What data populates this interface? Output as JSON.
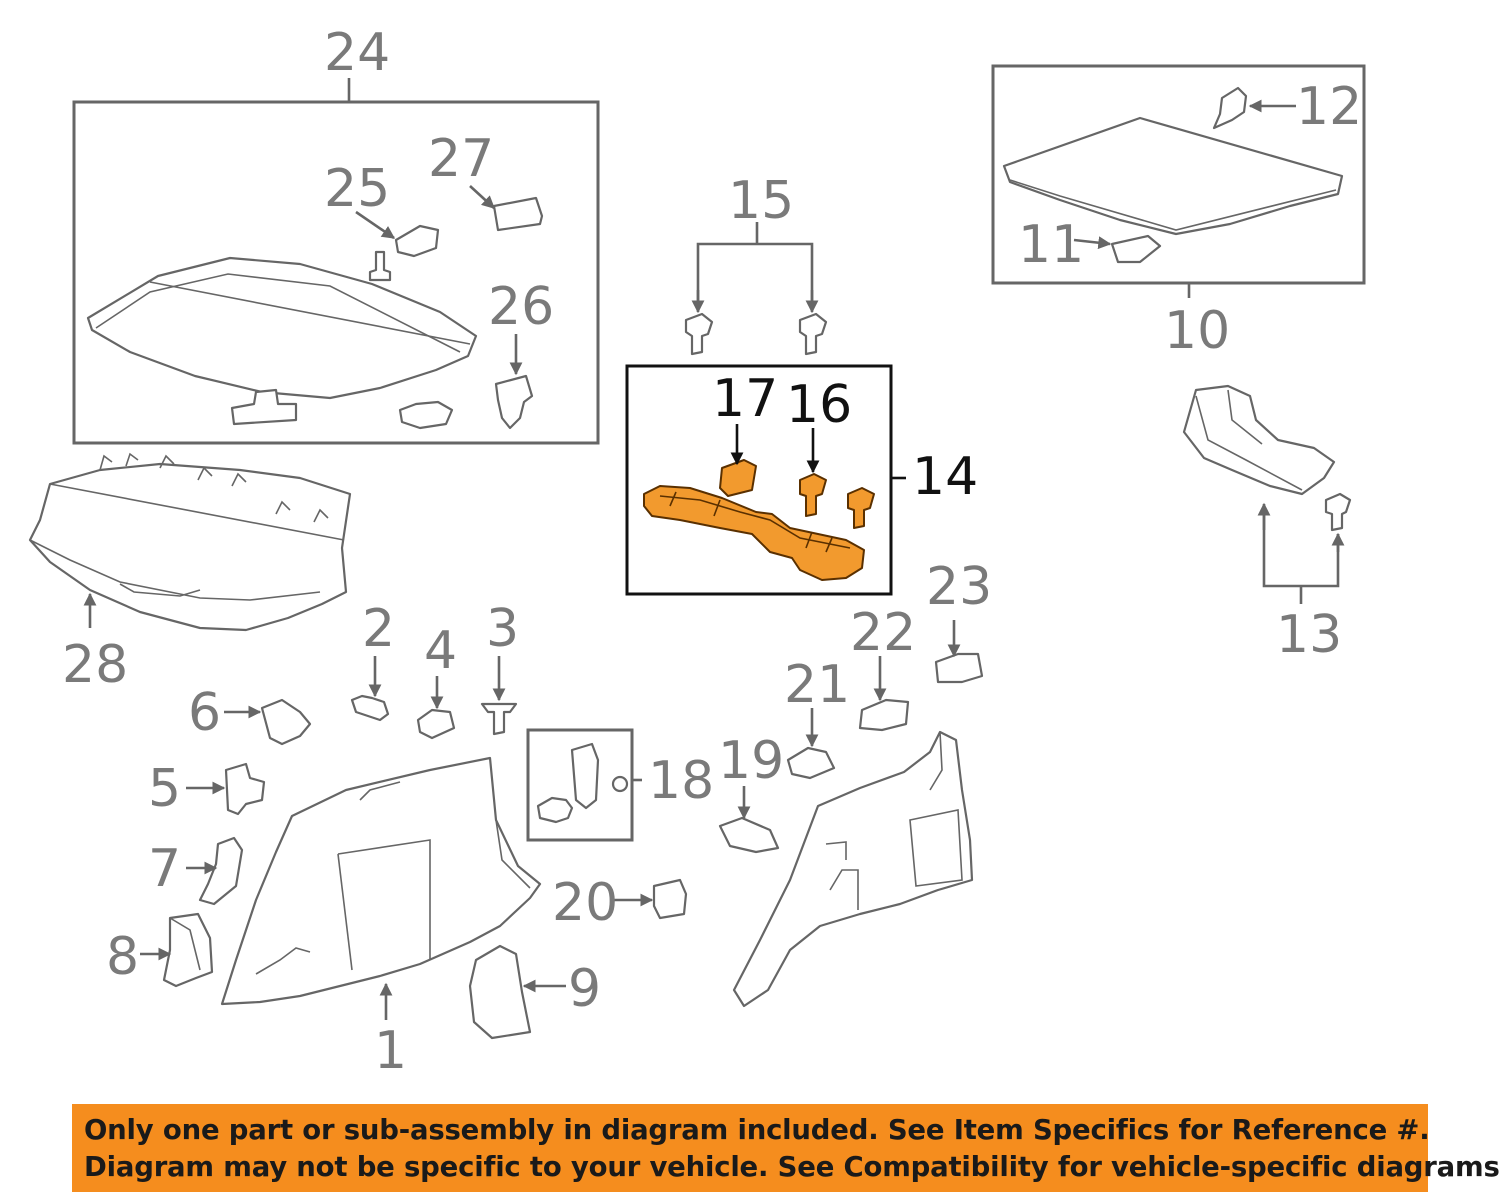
{
  "callouts": {
    "c1": "1",
    "c2": "2",
    "c3": "3",
    "c4": "4",
    "c5": "5",
    "c6": "6",
    "c7": "7",
    "c8": "8",
    "c9": "9",
    "c10": "10",
    "c11": "11",
    "c12": "12",
    "c13": "13",
    "c14": "14",
    "c15": "15",
    "c16": "16",
    "c17": "17",
    "c18": "18",
    "c19": "19",
    "c20": "20",
    "c21": "21",
    "c22": "22",
    "c23": "23",
    "c24": "24",
    "c25": "25",
    "c26": "26",
    "c27": "27",
    "c28": "28"
  },
  "highlight_color": "#f29a2e",
  "banner_color": "#f58d1e",
  "disclaimer": {
    "line1": "Only one part or sub-assembly in diagram included. See Item Specifics for Reference #.",
    "line2": "Diagram may not be specific to your vehicle. See Compatibility for vehicle-specific diagrams."
  }
}
